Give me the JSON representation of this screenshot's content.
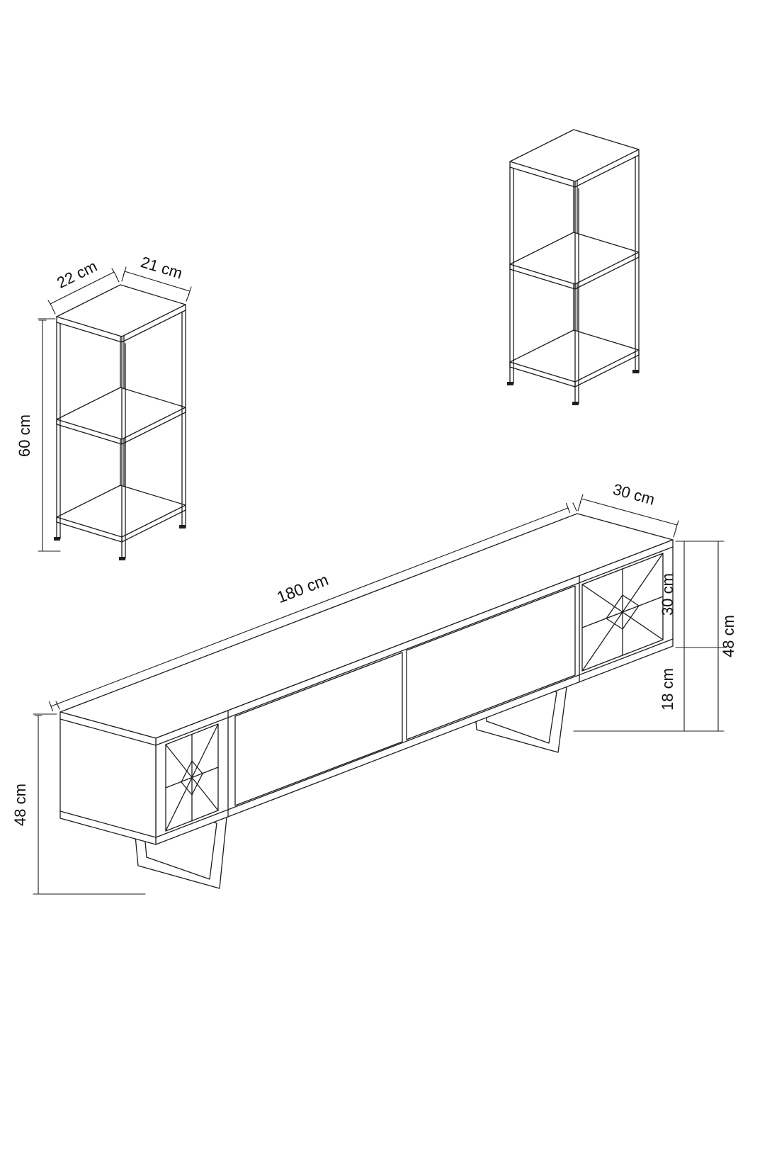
{
  "colors": {
    "background": "#ffffff",
    "line": "#1d1d1d",
    "text": "#101010"
  },
  "units": {
    "left_shelf": {
      "width_label": "22 cm",
      "depth_label": "21 cm",
      "height_label": "60 cm"
    },
    "tv_stand": {
      "length_label": "180 cm",
      "depth_label": "30 cm",
      "carcass_height_label": "30 cm",
      "leg_height_label": "18 cm",
      "total_height_right_label": "48 cm",
      "total_height_left_label": "48 cm"
    }
  }
}
